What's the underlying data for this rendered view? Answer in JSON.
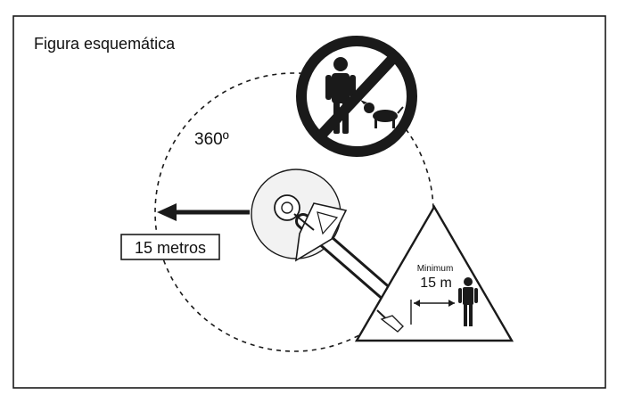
{
  "figure": {
    "title": "Figura esquemática",
    "angle_label": "360º",
    "distance_label": "15 metros",
    "warning": {
      "minimum_label": "Minimum",
      "distance_label": "15 m"
    }
  },
  "colors": {
    "ink": "#1a1a1a",
    "paper": "#ffffff",
    "halo": "#f2f2f2"
  },
  "icons": [
    "no-people-no-animals-sign-icon",
    "warning-triangle-icon",
    "person-icon",
    "dog-icon",
    "trimmer-head-icon",
    "arrow-left-icon"
  ]
}
